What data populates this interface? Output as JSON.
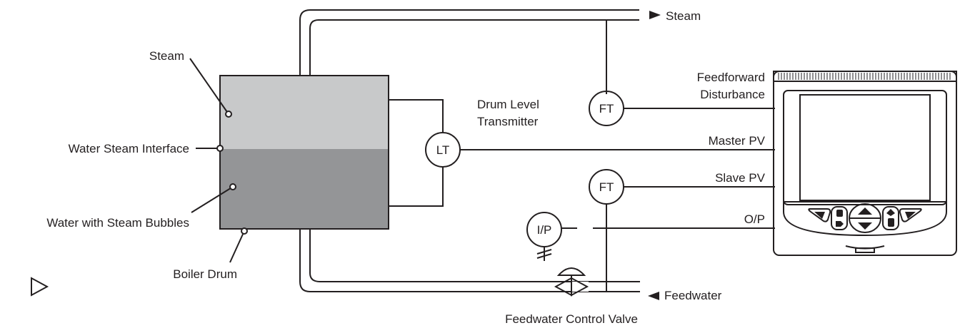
{
  "labels": {
    "steam_out": "Steam",
    "steam_region": "Steam",
    "interface": "Water Steam Interface",
    "water_region": "Water with Steam Bubbles",
    "drum": "Boiler Drum",
    "drum_level_1": "Drum Level",
    "drum_level_2": "Transmitter",
    "feedforward_1": "Feedforward",
    "feedforward_2": "Disturbance",
    "master_pv": "Master PV",
    "slave_pv": "Slave PV",
    "op": "O/P",
    "feedwater": "Feedwater",
    "valve": "Feedwater Control Valve"
  },
  "instruments": {
    "ft_steam": "FT",
    "lt": "LT",
    "ft_water": "FT",
    "ip": "I/P"
  },
  "colors": {
    "steam_fill": "#c8c9ca",
    "water_fill": "#949597",
    "line": "#231f20"
  }
}
